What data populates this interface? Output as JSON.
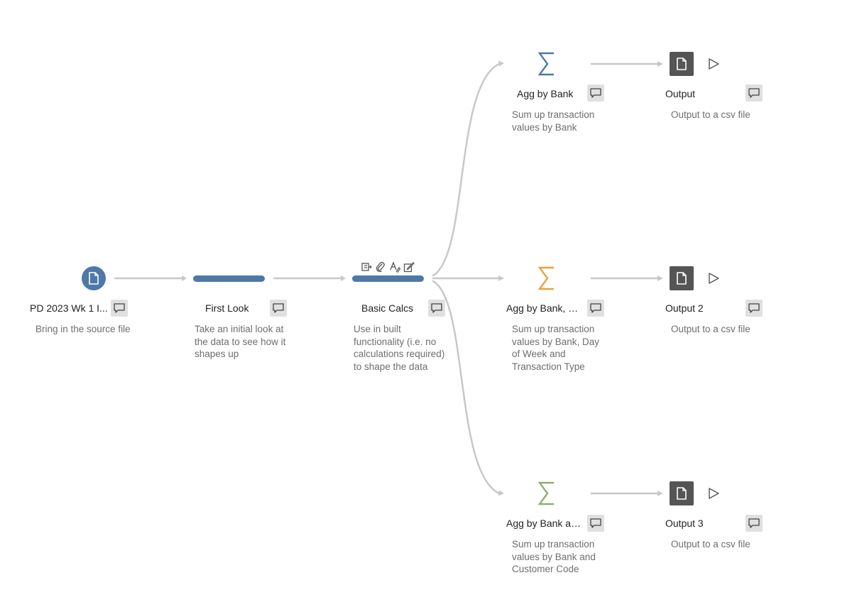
{
  "flow": {
    "steps": {
      "input": {
        "name": "PD 2023 Wk 1 I...",
        "description": "Bring in the source file",
        "icon": "file-icon",
        "color": "#4e79a7"
      },
      "first_look": {
        "name": "First Look",
        "description": "Take an initial look at the data to see how it shapes up",
        "icon": "clean-step-bar",
        "color": "#4e79a7"
      },
      "basic_calcs": {
        "name": "Basic Calcs",
        "description": "Use in built functionality (i.e. no calculations required) to shape the data",
        "icon": "clean-step-bar",
        "color": "#4e79a7",
        "change_icons": [
          "split-icon",
          "group-icon",
          "rename-icon",
          "edit-icon"
        ]
      },
      "agg_bank": {
        "name": "Agg by Bank",
        "description": "Sum up transaction values by Bank",
        "icon": "sigma-icon",
        "color": "#4e79a7"
      },
      "agg_bank_day": {
        "name": "Agg by Bank, D...",
        "description": "Sum up transaction values by Bank, Day of Week and Transaction Type",
        "icon": "sigma-icon",
        "color": "#e8a33d"
      },
      "agg_bank_customer": {
        "name": "Agg by Bank an...",
        "description": "Sum up transaction values by Bank and Customer Code",
        "icon": "sigma-icon",
        "color": "#8fb069"
      },
      "output": {
        "name": "Output",
        "description": "Output to a csv file",
        "icon": "file-icon",
        "color": "#555555"
      },
      "output2": {
        "name": "Output 2",
        "description": "Output to a csv file",
        "icon": "file-icon",
        "color": "#555555"
      },
      "output3": {
        "name": "Output 3",
        "description": "Output to a csv file",
        "icon": "file-icon",
        "color": "#555555"
      }
    },
    "connector_color": "#c8c8c8",
    "note_icon": "comment-icon",
    "run_icon": "play-icon"
  }
}
